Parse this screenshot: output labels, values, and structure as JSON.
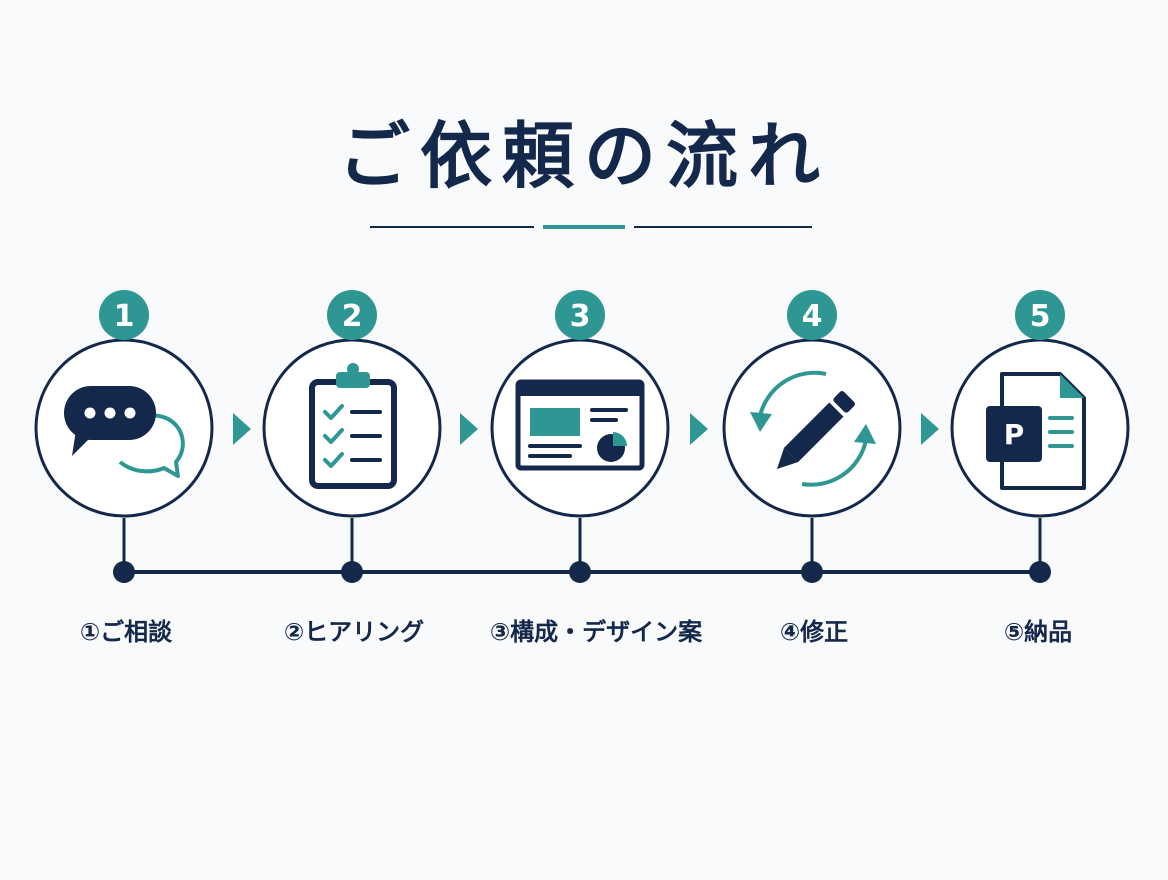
{
  "title": "ご依頼の流れ",
  "colors": {
    "navy": "#14284b",
    "teal": "#2e9793",
    "background": "#f9fafb"
  },
  "steps": [
    {
      "number": "1",
      "label": "①ご相談",
      "icon": "chat-bubbles-icon"
    },
    {
      "number": "2",
      "label": "②ヒアリング",
      "icon": "clipboard-checklist-icon"
    },
    {
      "number": "3",
      "label": "③構成・デザイン案",
      "icon": "slide-layout-icon"
    },
    {
      "number": "4",
      "label": "④修正",
      "icon": "pencil-revision-icon"
    },
    {
      "number": "5",
      "label": "⑤納品",
      "icon": "powerpoint-file-icon"
    }
  ],
  "icon_text": {
    "file_letter": "P"
  }
}
